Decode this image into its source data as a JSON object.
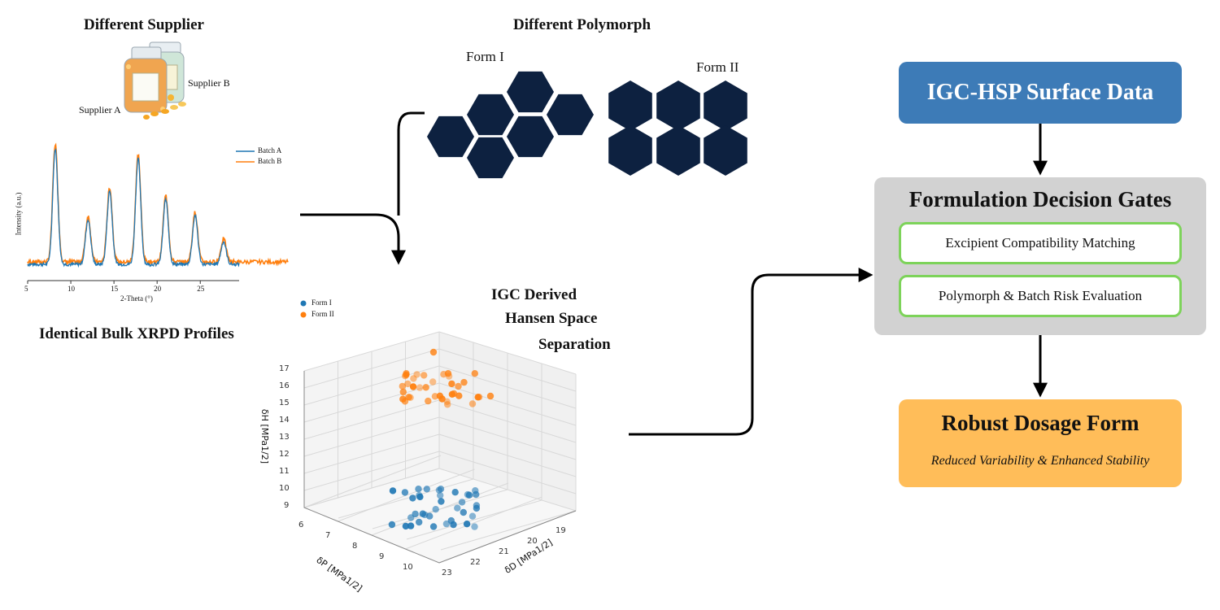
{
  "supplier": {
    "title": "Different Supplier",
    "supplier_a": "Supplier A",
    "supplier_b": "Supplier B"
  },
  "xrpd": {
    "caption": "Identical Bulk XRPD Profiles",
    "ylabel": "Intensity (a.u.)",
    "xlabel": "2-Theta (°)",
    "xticks": [
      "5",
      "10",
      "15",
      "20",
      "25"
    ],
    "legend": [
      "Batch A",
      "Batch B"
    ],
    "colors": [
      "#1f77b4",
      "#ff7f0e"
    ]
  },
  "polymorph": {
    "title": "Different Polymorph",
    "form1": "Form I",
    "form2": "Form II",
    "hex_color": "#0d2140"
  },
  "hansen": {
    "title_line1": "IGC Derived",
    "title_line2": "Hansen Space",
    "title_line3": "Separation",
    "legend": [
      "Form I",
      "Form II"
    ],
    "colors": [
      "#1f77b4",
      "#ff7f0e"
    ],
    "z_ticks": [
      "9",
      "10",
      "11",
      "12",
      "13",
      "14",
      "15",
      "16",
      "17"
    ],
    "p_ticks": [
      "6",
      "7",
      "8",
      "9",
      "10"
    ],
    "d_ticks": [
      "19",
      "20",
      "21",
      "22",
      "23"
    ],
    "z_label": "δH [MPa1/2]",
    "p_label": "δP [MPa1/2]",
    "d_label": "δD [MPa1/2]"
  },
  "flow": {
    "surface_data": "IGC-HSP Surface Data",
    "gates_title": "Formulation Decision Gates",
    "gate1": "Excipient Compatibility Matching",
    "gate2": "Polymorph & Batch Risk Evaluation",
    "dosage_title": "Robust Dosage Form",
    "dosage_sub": "Reduced Variability & Enhanced Stability",
    "colors": {
      "surface_bg": "#3d7bb7",
      "gates_bg": "#d2d2d2",
      "gate_border": "#7dd35a",
      "dosage_bg": "#ffbd59"
    }
  }
}
